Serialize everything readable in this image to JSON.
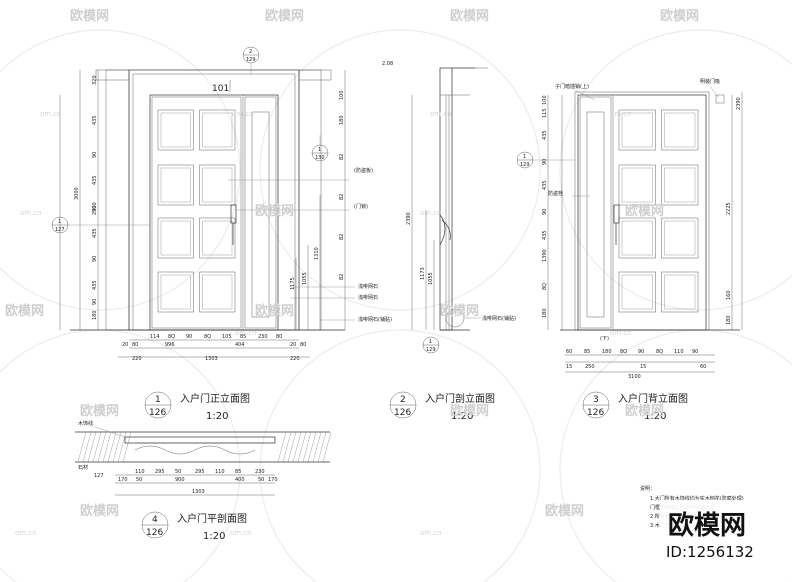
{
  "views": [
    {
      "num": "1",
      "sheet": "126",
      "title": "入户门正立面图",
      "scale": "1:20"
    },
    {
      "num": "2",
      "sheet": "126",
      "title": "入户门剖立面图",
      "scale": "1:20"
    },
    {
      "num": "3",
      "sheet": "126",
      "title": "入户门背立面图",
      "scale": "1:20"
    },
    {
      "num": "4",
      "sheet": "126",
      "title": "入户门平剖面图",
      "scale": "1:20"
    }
  ],
  "callouts": [
    {
      "num": "2",
      "sheet": "129"
    },
    {
      "num": "1",
      "sheet": "130"
    },
    {
      "num": "1",
      "sheet": "127"
    },
    {
      "num": "1",
      "sheet": "129"
    },
    {
      "num": "1",
      "sheet": "129"
    }
  ],
  "front": {
    "door_no": "101",
    "labels": [
      "(防盗板)",
      "(门锁)",
      "浅啡网石",
      "浅啡网石",
      "浅啡网石(铺贴)"
    ],
    "left_dims": [
      "320",
      "435",
      "90",
      "435",
      "90",
      "435",
      "90",
      "435",
      "90",
      "180"
    ],
    "total_h": "3000",
    "sub_h": "2300",
    "right_dims": [
      "100",
      "180",
      "82",
      "82",
      "82",
      "82",
      "1310",
      "1055",
      "1175"
    ],
    "bottom_dims_1": [
      "114",
      "8Q",
      "90",
      "8Q",
      "105",
      "85",
      "230",
      "80"
    ],
    "bottom_dims_2": [
      "20",
      "80",
      "996",
      "404",
      "20",
      "80"
    ],
    "bottom_dims_3": [
      "220",
      "1303",
      "220"
    ]
  },
  "section": {
    "top_label": "2.08",
    "dims": [
      "2390",
      "1173",
      "1055"
    ],
    "label": "浅啡网石(铺贴)"
  },
  "back": {
    "labels": [
      "子门暗插销(上)",
      "明装门吸",
      "防盗栓",
      "(下)"
    ],
    "left_dims": [
      "100",
      "115",
      "435",
      "90",
      "435",
      "90",
      "435",
      "1390",
      "8Q",
      "180"
    ],
    "right_dims": [
      "2225",
      "2390",
      "160",
      "180"
    ],
    "bottom_dims_1": [
      "60",
      "85",
      "180",
      "8Q",
      "90",
      "8Q",
      "110",
      "90"
    ],
    "bottom_dims_2": [
      "15",
      "250",
      "15",
      "60"
    ],
    "total_w": "3100"
  },
  "plan": {
    "labels": [
      "木饰线",
      "石材"
    ],
    "callout": "127",
    "dims_1": [
      "110",
      "295",
      "50",
      "295",
      "110",
      "85",
      "230"
    ],
    "dims_2": [
      "170",
      "50",
      "900",
      "400",
      "50",
      "170"
    ],
    "total": "1303"
  },
  "notes": {
    "heading": "说明：",
    "lines": [
      "1.大门所有木饰线均为实木刨花(防腐处理)",
      "门框与墙体之间需作防潮处理",
      "2.所有五金件由甲方选定",
      "3.木门开启方向详见平面"
    ]
  },
  "watermark": {
    "brand": "欧模网",
    "site": "om.cn",
    "logo": "欧模网",
    "id": "ID:1256132"
  }
}
